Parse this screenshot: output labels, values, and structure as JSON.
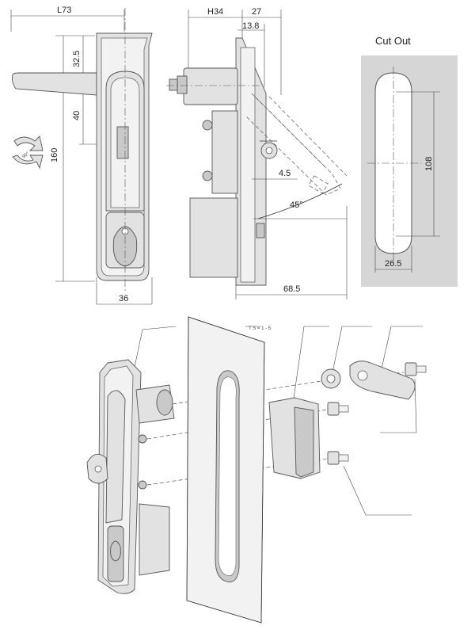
{
  "front_view": {
    "dims": {
      "overall_width": "L73",
      "upper": "32.5",
      "middle": "40",
      "height": "160",
      "base_width": "36"
    },
    "rotation_label": "90°"
  },
  "side_view": {
    "dims": {
      "depth": "H34",
      "projection": "27",
      "flange": "13.8",
      "offset": "4.5",
      "angle": "45°",
      "overall": "68.5"
    }
  },
  "cutout": {
    "title": "Cut Out",
    "dims": {
      "length": "108",
      "width": "26.5"
    },
    "colors": {
      "panel": "#d6d6d6",
      "slot": "#ffffff"
    }
  },
  "exploded_view": {
    "panel_label": "T S = 1 - 5"
  }
}
